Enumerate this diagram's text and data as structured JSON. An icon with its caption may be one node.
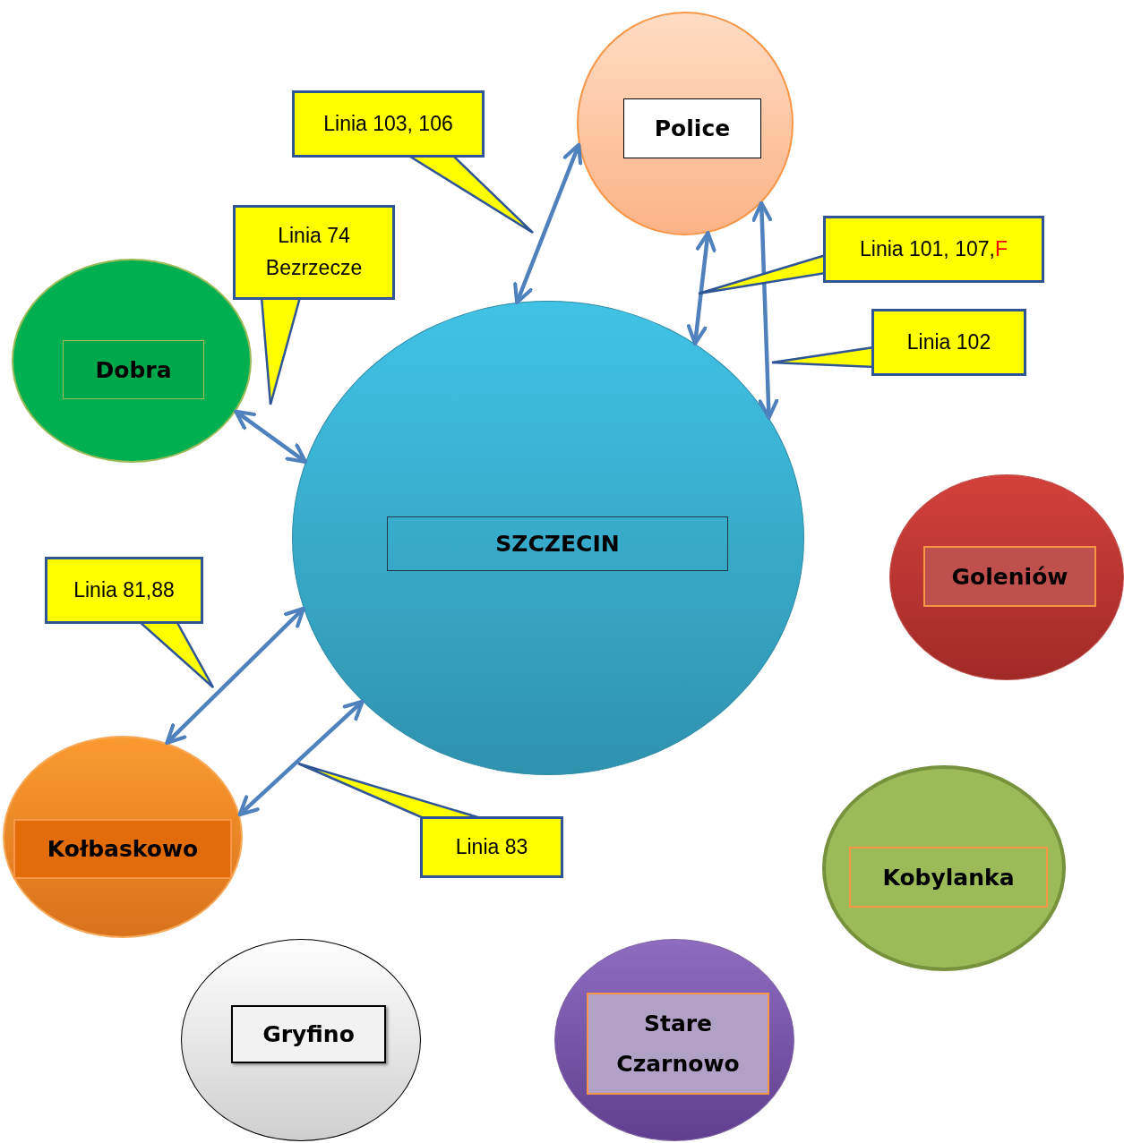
{
  "diagram": {
    "nodes": [
      {
        "text": [
          "SZCZECIN"
        ]
      },
      {
        "text": [
          "Police"
        ]
      },
      {
        "text": [
          "Dobra"
        ]
      },
      {
        "text": [
          "Goleniów"
        ]
      },
      {
        "text": [
          "Kołbaskowo"
        ]
      },
      {
        "text": [
          "Kobylanka"
        ]
      },
      {
        "text": [
          "Gryfino"
        ]
      },
      {
        "text": [
          "Stare Czarnowo"
        ]
      },
      {
        "text": [
          "Linia 103, 106"
        ]
      },
      {
        "text": [
          "Linia 74 Bezrzecze"
        ]
      },
      {
        "text": [
          "Linia 101, 107,",
          "F"
        ]
      },
      {
        "text": [
          "Linia 102"
        ]
      },
      {
        "text": [
          "Linia 81,88"
        ]
      },
      {
        "text": [
          "Linia 83"
        ]
      }
    ],
    "edges": [
      {
        "from": 0,
        "to": 1,
        "arrow": "both"
      },
      {
        "from": 0,
        "to": 1,
        "arrow": "both"
      },
      {
        "from": 0,
        "to": 1,
        "arrow": "both"
      },
      {
        "from": 0,
        "to": 2,
        "arrow": "both"
      },
      {
        "from": 0,
        "to": 4,
        "arrow": "both"
      },
      {
        "from": 0,
        "to": 4,
        "arrow": "both"
      }
    ]
  }
}
